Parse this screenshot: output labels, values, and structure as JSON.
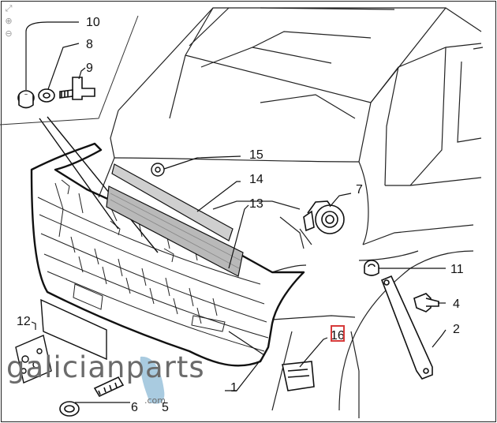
{
  "toolbar": {
    "expand_icon": "expand-icon",
    "zoom_in_icon": "zoom-in-icon",
    "zoom_out_icon": "zoom-out-icon"
  },
  "callouts": {
    "c10": "10",
    "c8": "8",
    "c9": "9",
    "c15": "15",
    "c14": "14",
    "c13": "13",
    "c7": "7",
    "c11": "11",
    "c4": "4",
    "c2": "2",
    "c16": "16",
    "c12": "12",
    "c1": "1",
    "c6": "6",
    "c5": "5"
  },
  "highlight": {
    "label": "16",
    "color": "#d63a3a"
  },
  "watermark": {
    "text": "galicianparts",
    "domain": ".com",
    "accent_color": "#a9cbe0"
  }
}
